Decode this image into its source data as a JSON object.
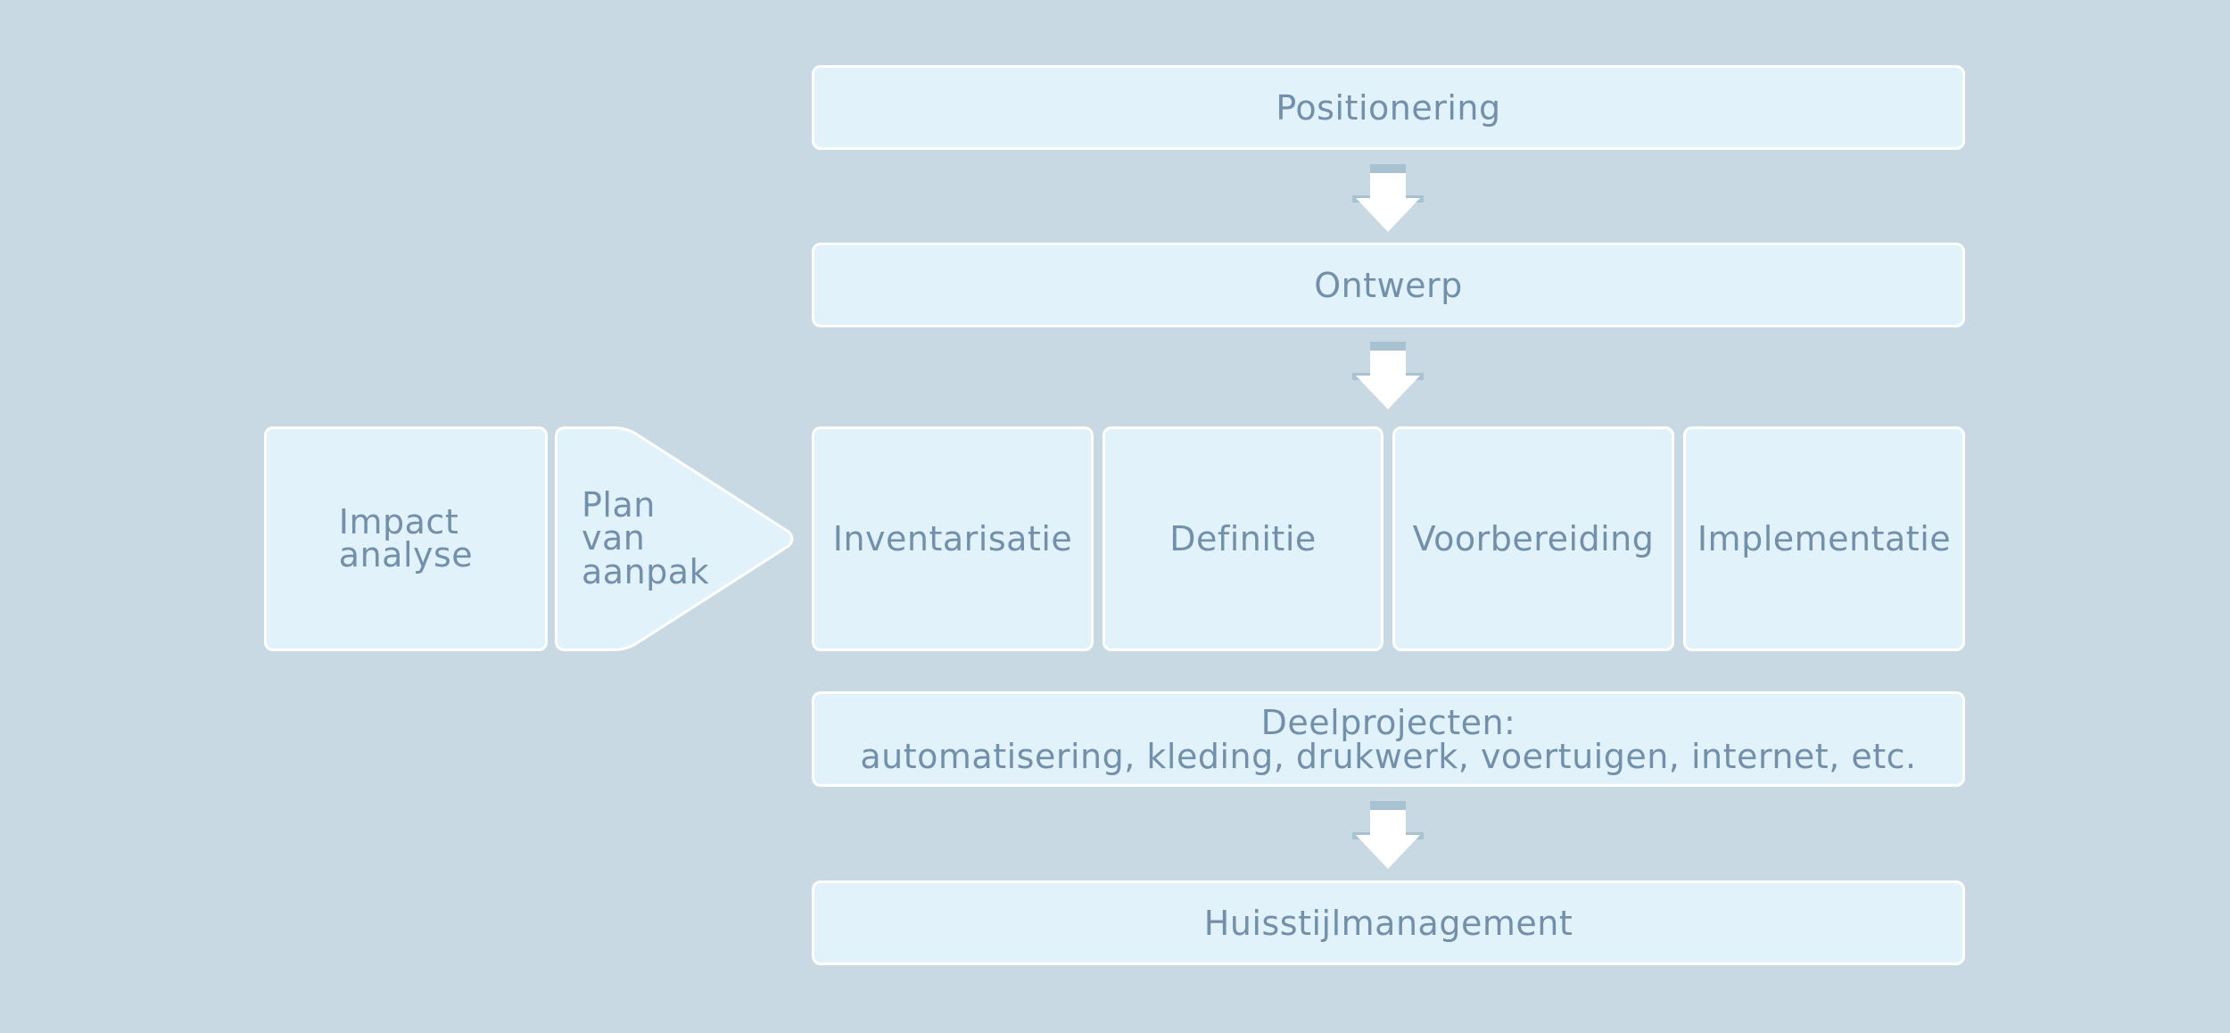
{
  "colors": {
    "background": "#c8d9e3",
    "box_fill": "#e1f2fb",
    "box_border": "#ffffff",
    "text": "#7390ab",
    "arrow_fill": "#ffffff",
    "arrow_shadow": "#a9c2d1"
  },
  "diagram": {
    "positionering": "Positionering",
    "ontwerp": "Ontwerp",
    "impact_analyse": {
      "line1": "Impact",
      "line2": "analyse"
    },
    "plan_van_aanpak": {
      "line1": "Plan",
      "line2": "van",
      "line3": "aanpak"
    },
    "phases": [
      "Inventarisatie",
      "Definitie",
      "Voorbereiding",
      "Implementatie"
    ],
    "deelprojecten": {
      "line1": "Deelprojecten:",
      "line2": "automatisering, kleding, drukwerk, voertuigen, internet, etc."
    },
    "huisstijlmanagement": "Huisstijlmanagement"
  }
}
